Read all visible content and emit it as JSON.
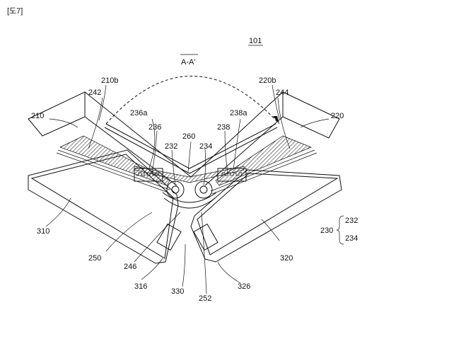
{
  "page_label": "[도7]",
  "figure_number": "101",
  "section_label": "A-A'",
  "labels": {
    "l210": "210",
    "l210b": "210b",
    "l242": "242",
    "l220b": "220b",
    "l244": "244",
    "l220": "220",
    "l236a": "236a",
    "l238a": "238a",
    "l236": "236",
    "l260": "260",
    "l238": "238",
    "l232": "232",
    "l234": "234",
    "l310": "310",
    "l320": "320",
    "l250": "250",
    "l246": "246",
    "l316": "316",
    "l330": "330",
    "l252": "252",
    "l326": "326",
    "g230": "230",
    "g232": "232",
    "g234": "234"
  }
}
